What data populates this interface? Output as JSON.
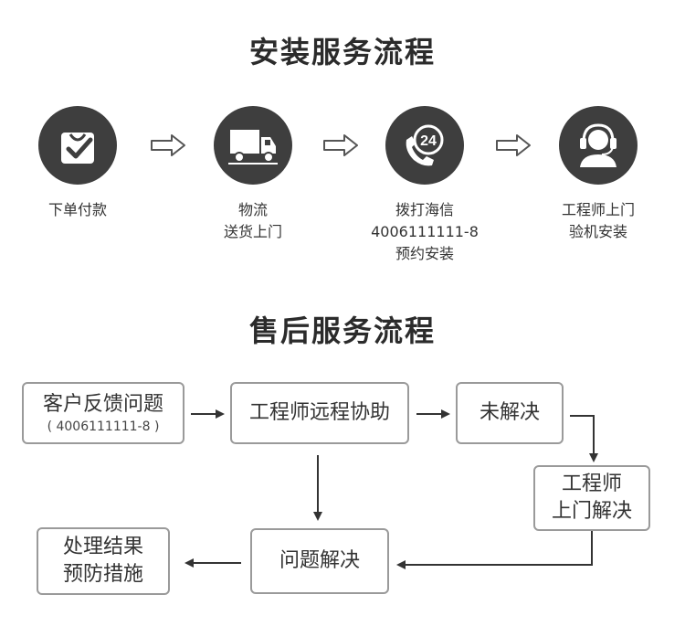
{
  "install": {
    "title": "安装服务流程",
    "steps": [
      {
        "icon": "shopping-bag-check-icon",
        "lines": [
          "下单付款"
        ]
      },
      {
        "icon": "delivery-truck-icon",
        "lines": [
          "物流",
          "送货上门"
        ]
      },
      {
        "icon": "phone-24-icon",
        "lines": [
          "拨打海信",
          "4006111111-8",
          "预约安装"
        ]
      },
      {
        "icon": "headset-engineer-icon",
        "lines": [
          "工程师上门",
          "验机安装"
        ]
      }
    ]
  },
  "aftersales": {
    "title": "售后服务流程",
    "nodes": {
      "feedback": {
        "line1": "客户反馈问题",
        "line2": "( 4006111111-8 )"
      },
      "remote": {
        "line1": "工程师远程协助"
      },
      "unresolved": {
        "line1": "未解决"
      },
      "onsite": {
        "line1": "工程师",
        "line2": "上门解决"
      },
      "resolved": {
        "line1": "问题解决"
      },
      "result": {
        "line1": "处理结果",
        "line2": "预防措施"
      }
    }
  }
}
